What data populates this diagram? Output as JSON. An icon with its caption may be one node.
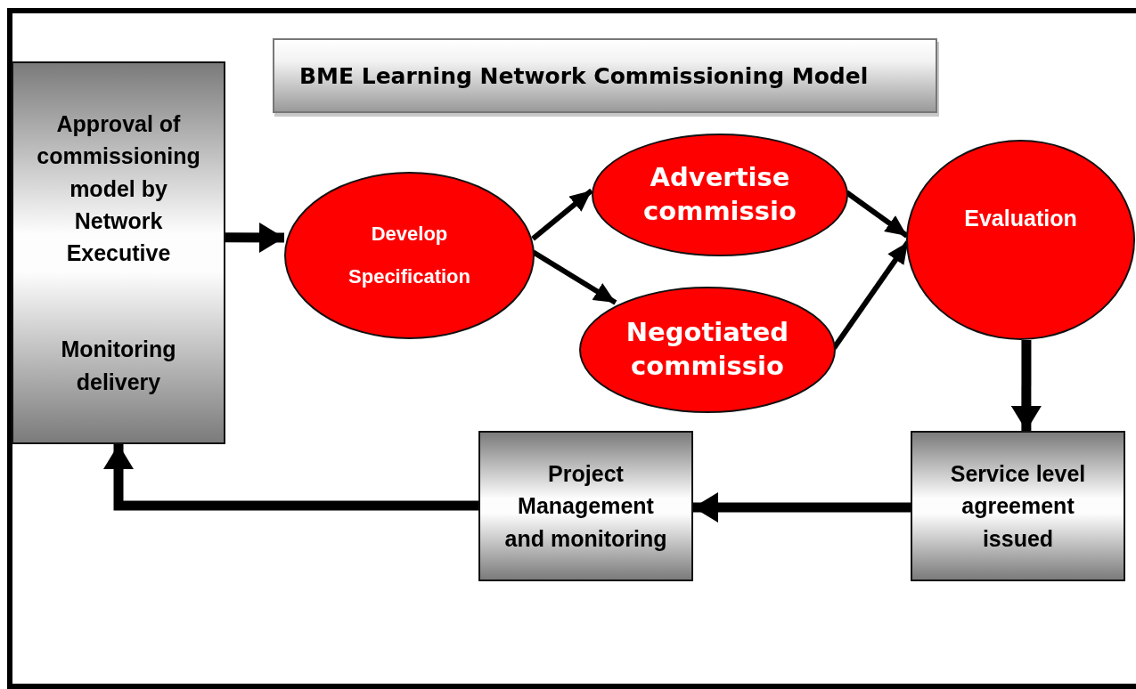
{
  "diagram": {
    "title": "BME Learning Network Commissioning Model",
    "nodes": [
      {
        "text": [
          "Approval of commissioning model by Network Executive",
          "Monitoring delivery"
        ]
      },
      {
        "text": [
          "Develop Specification"
        ]
      },
      {
        "text": [
          "Advertise commissio"
        ]
      },
      {
        "text": [
          "Negotiated commissio"
        ]
      },
      {
        "text": [
          "Evaluation"
        ]
      },
      {
        "text": [
          "Service level agreement issued"
        ]
      },
      {
        "text": [
          "Project Management and monitoring"
        ]
      }
    ],
    "edges": [
      {
        "from": 0,
        "to": 1,
        "arrow": "to",
        "style": "thick"
      },
      {
        "from": 1,
        "to": 2,
        "arrow": "to"
      },
      {
        "from": 1,
        "to": 3,
        "arrow": "to"
      },
      {
        "from": 2,
        "to": 4,
        "arrow": "to"
      },
      {
        "from": 3,
        "to": 4,
        "arrow": "to"
      },
      {
        "from": 4,
        "to": 5,
        "arrow": "to",
        "style": "thick"
      },
      {
        "from": 5,
        "to": 6,
        "arrow": "to",
        "style": "thick"
      },
      {
        "from": 6,
        "to": 0,
        "arrow": "to",
        "style": "thick"
      }
    ]
  }
}
